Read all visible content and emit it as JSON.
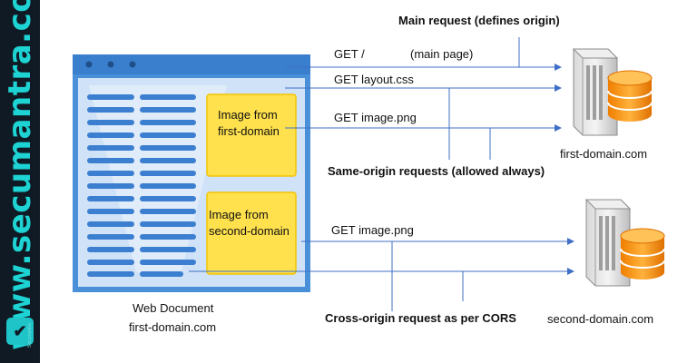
{
  "brand": {
    "site": "www.secumantra.com",
    "logo_text": "Secumantra",
    "logo_icon": "shield-icon"
  },
  "browser": {
    "caption": "Web Document",
    "domain": "first-domain.com"
  },
  "images": {
    "first": [
      "Image from",
      "first-domain"
    ],
    "second": [
      "Image from",
      "second-domain"
    ]
  },
  "requests": {
    "get_root": "GET  /",
    "main_page": "(main page)",
    "get_css": "GET  layout.css",
    "get_image_first": "GET  image.png",
    "get_image_second": "GET  image.png"
  },
  "annotations": {
    "main_request": "Main request (defines origin)",
    "same_origin": "Same-origin requests (allowed always)",
    "cross_origin": "Cross-origin request as per CORS"
  },
  "servers": {
    "first": "first-domain.com",
    "second": "second-domain.com"
  },
  "colors": {
    "browser_frame": "#4a90d9",
    "browser_body": "#cfe2f7",
    "text_lines": "#3c7fd0",
    "image_box": "#ffe14d",
    "arrow": "#3f6fc6",
    "server_db": "#ff9a1f",
    "sidebar_text": "#1ed3d3"
  }
}
